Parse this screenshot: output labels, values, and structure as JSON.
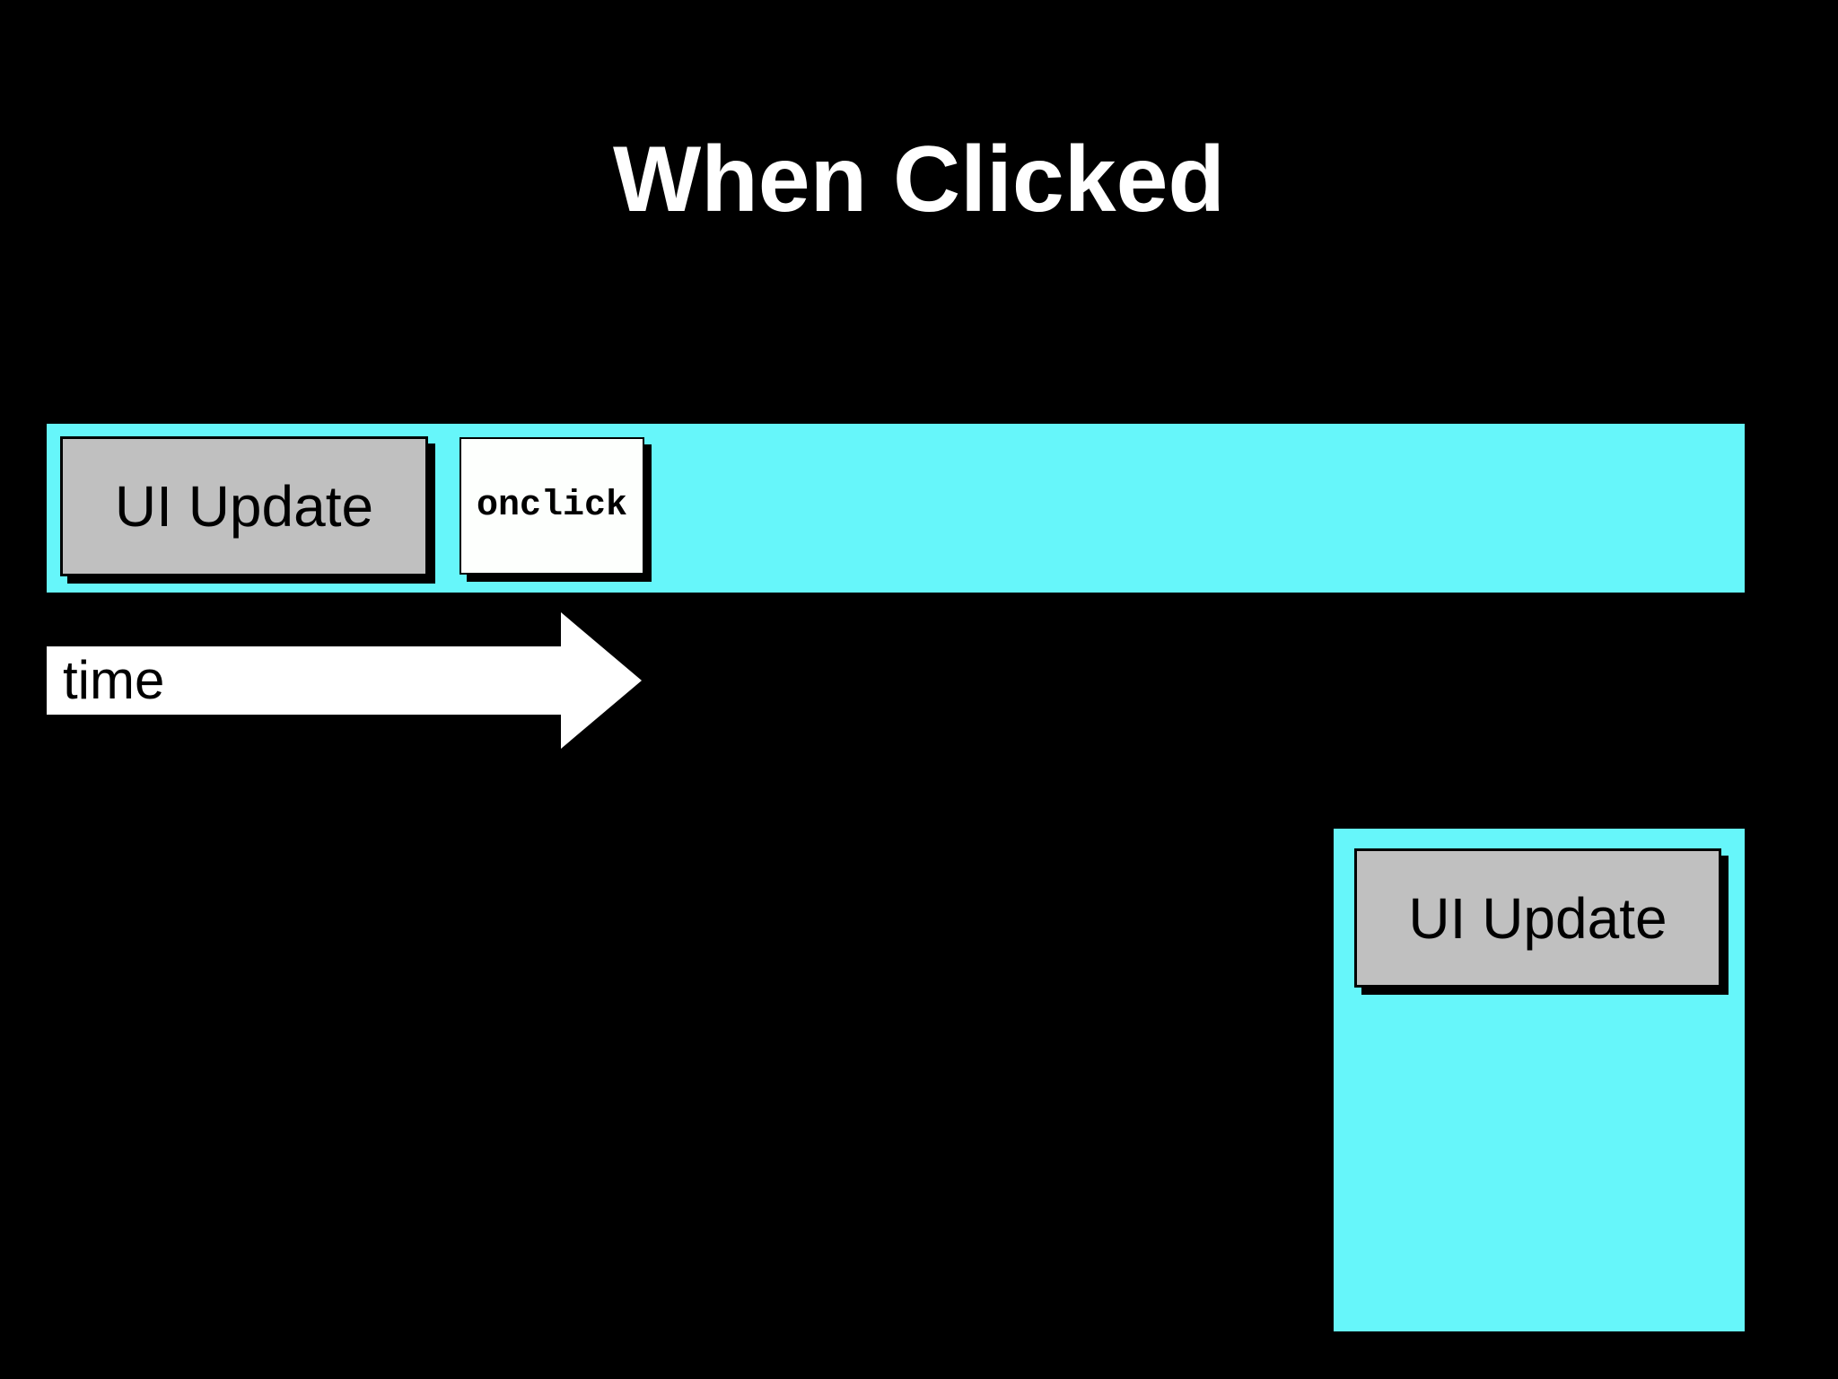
{
  "slide": {
    "title": "When Clicked",
    "timeline_band": {
      "ui_update_label": "UI Update",
      "onclick_label": "onclick"
    },
    "time_axis": {
      "label": "time"
    },
    "deferred_band": {
      "ui_update_label": "UI Update"
    },
    "colors": {
      "background": "#000000",
      "band": "#66F6FA",
      "box-gray": "#C0C0C0",
      "box-white": "#FDFFFD",
      "ink": "#000000",
      "title-ink": "#FFFFFF"
    }
  }
}
